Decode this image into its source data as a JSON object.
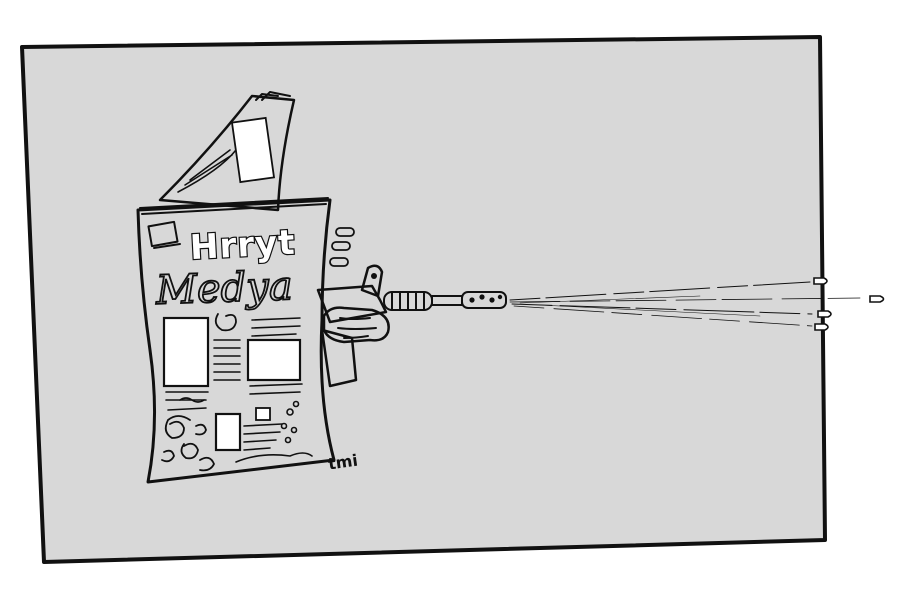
{
  "cartoon": {
    "masthead_title": "Hrryt",
    "masthead_subtitle": "Medya",
    "signature": "tmi",
    "colors": {
      "background_panel": "#d8d8d8",
      "ink": "#111111",
      "paper": "#ffffff"
    },
    "icons": [
      "newspaper-icon",
      "assault-rifle-icon",
      "hand-icon",
      "bullet-icon",
      "shell-casing-icon"
    ]
  }
}
